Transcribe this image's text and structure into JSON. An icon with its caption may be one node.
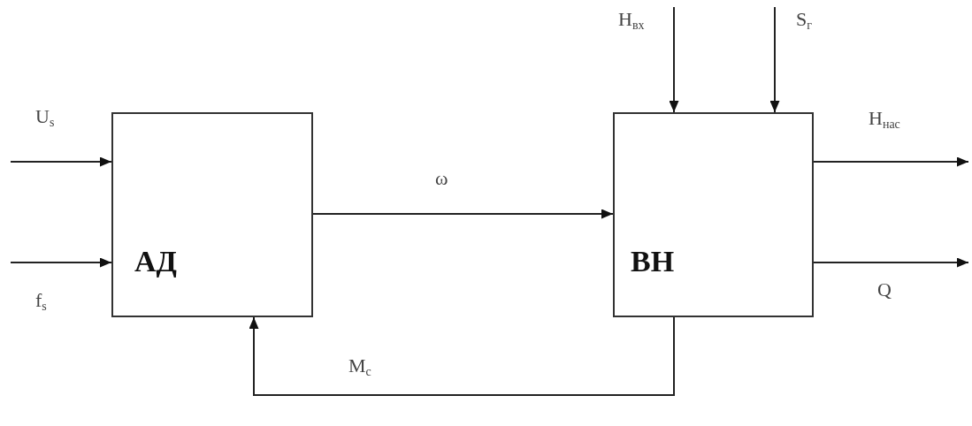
{
  "diagram": {
    "nodes": [
      {
        "text": [
          "АД"
        ]
      },
      {
        "text": [
          "ВН"
        ]
      }
    ],
    "edges": [
      {
        "from": null,
        "to": 0,
        "arrow": "to",
        "label": "U$_{s}$"
      },
      {
        "from": null,
        "to": 0,
        "arrow": "to",
        "label": "f$_{s}$"
      },
      {
        "from": 0,
        "to": 1,
        "arrow": "to",
        "label": "ω"
      },
      {
        "from": null,
        "to": 1,
        "arrow": "to",
        "label": "H$_{вх}$"
      },
      {
        "from": null,
        "to": 1,
        "arrow": "to",
        "label": "S$_{г}$"
      },
      {
        "from": 1,
        "to": null,
        "arrow": "to",
        "label": "H$_{нас}$"
      },
      {
        "from": 1,
        "to": null,
        "arrow": "to",
        "label": "Q"
      },
      {
        "from": 1,
        "to": 0,
        "arrow": "to",
        "label": "M$_{с}$"
      }
    ]
  }
}
